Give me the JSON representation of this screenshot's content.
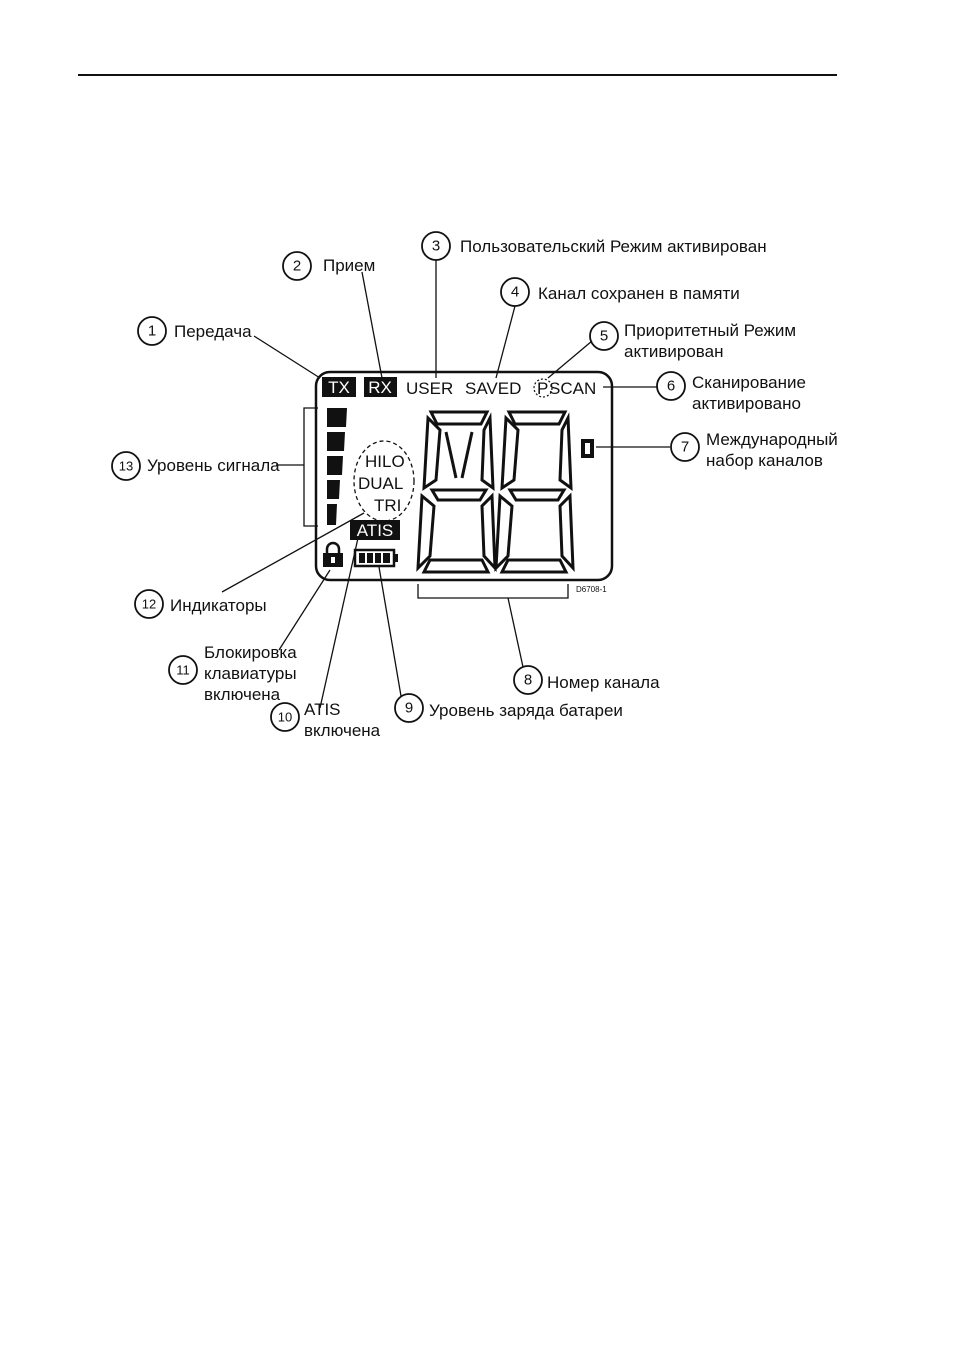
{
  "lcd": {
    "tx": "TX",
    "rx": "RX",
    "user": "USER",
    "saved": "SAVED",
    "p": "P",
    "scan": "SCAN",
    "hilo": "HILO",
    "dual": "DUAL",
    "tri": "TRI",
    "atis": "ATIS",
    "code": "D6708-1"
  },
  "callouts": [
    {
      "n": "1",
      "lines": [
        "Передача"
      ]
    },
    {
      "n": "2",
      "lines": [
        "Прием"
      ]
    },
    {
      "n": "3",
      "lines": [
        "Пользовательский Режим активирован"
      ]
    },
    {
      "n": "4",
      "lines": [
        "Канал сохранен в памяти"
      ]
    },
    {
      "n": "5",
      "lines": [
        "Приоритетный Режим",
        "активирован"
      ]
    },
    {
      "n": "6",
      "lines": [
        "Сканирование",
        "активировано"
      ]
    },
    {
      "n": "7",
      "lines": [
        "Международный",
        "набор каналов"
      ]
    },
    {
      "n": "8",
      "lines": [
        "Номер канала"
      ]
    },
    {
      "n": "9",
      "lines": [
        "Уровень заряда батареи"
      ]
    },
    {
      "n": "10",
      "lines": [
        "ATIS",
        "включена"
      ]
    },
    {
      "n": "11",
      "lines": [
        "Блокировка",
        "клавиатуры",
        "включена"
      ]
    },
    {
      "n": "12",
      "lines": [
        "Индикаторы"
      ]
    },
    {
      "n": "13",
      "lines": [
        "Уровень сигнала"
      ]
    }
  ]
}
